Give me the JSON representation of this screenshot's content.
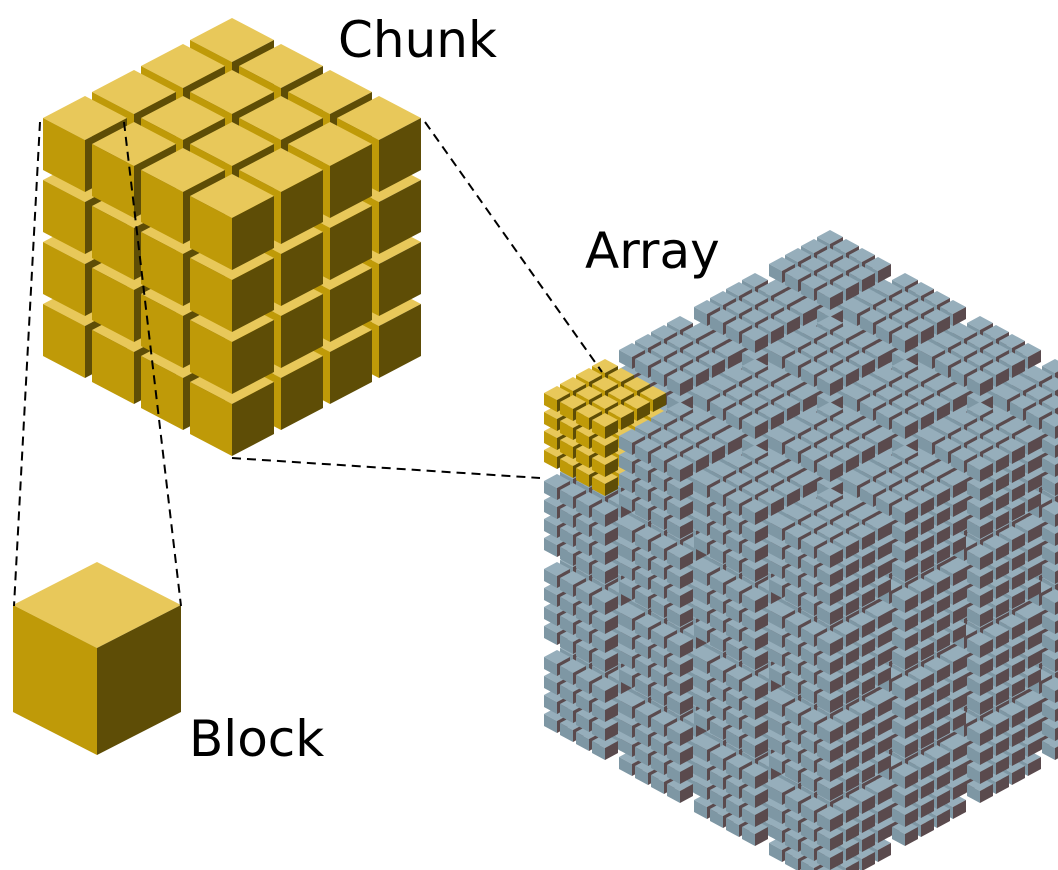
{
  "labels": {
    "chunk": "Chunk",
    "array": "Array",
    "block": "Block"
  },
  "colors": {
    "block_top": "#e8c85a",
    "block_left": "#bf9a08",
    "block_right": "#5e4d06",
    "array_top": "#96aebb",
    "array_left": "#7e97a4",
    "array_right": "#5a4a4d",
    "background": "#ffffff",
    "leader_line": "#000000"
  },
  "structure": {
    "chunk_blocks_per_side": 4,
    "array_chunks_per_side": 4,
    "array_blocks_per_chunk_side": 4
  }
}
